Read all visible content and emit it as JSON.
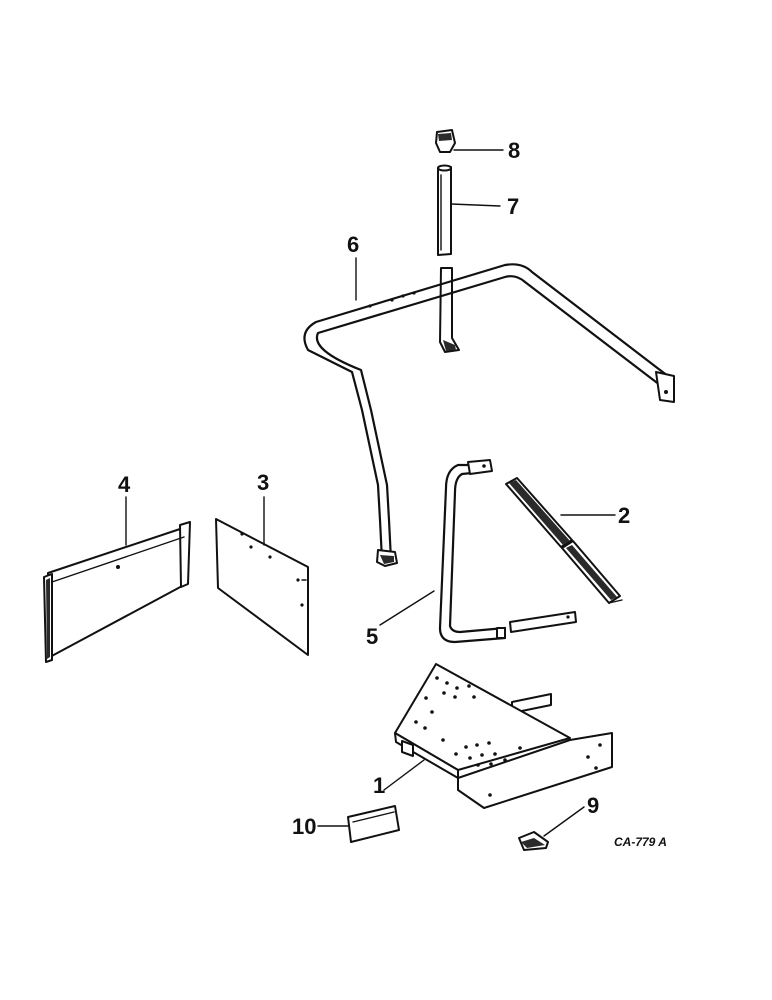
{
  "callouts": {
    "c1": "1",
    "c2": "2",
    "c3": "3",
    "c4": "4",
    "c5": "5",
    "c6": "6",
    "c7": "7",
    "c8": "8",
    "c9": "9",
    "c10": "10"
  },
  "drawing_code": "CA-779 A"
}
